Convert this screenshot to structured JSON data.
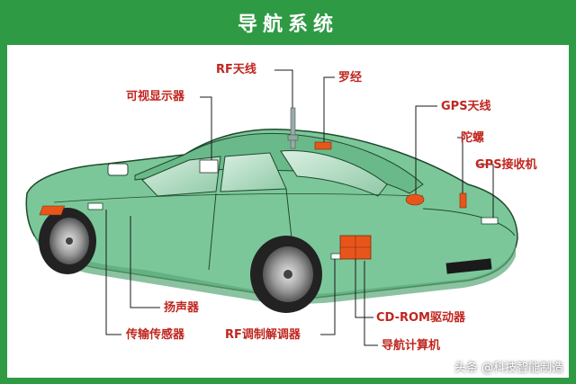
{
  "title": "导航系统",
  "labels": {
    "rf_antenna": "RF天线",
    "compass": "罗经",
    "display": "可视显示器",
    "gps_antenna": "GPS天线",
    "gyro": "陀螺",
    "gps_receiver": "GPS接收机",
    "speaker": "扬声器",
    "cdrom": "CD-ROM驱动器",
    "sensor": "传输传感器",
    "rf_modem": "RF调制解调器",
    "nav_computer": "导航计算机"
  },
  "watermark": "头条 @科技智能制造",
  "colors": {
    "frame_green": "#2f9a44",
    "car_body": "#7cc79a",
    "label_red": "#c0261f",
    "component_orange": "#e8551b"
  }
}
